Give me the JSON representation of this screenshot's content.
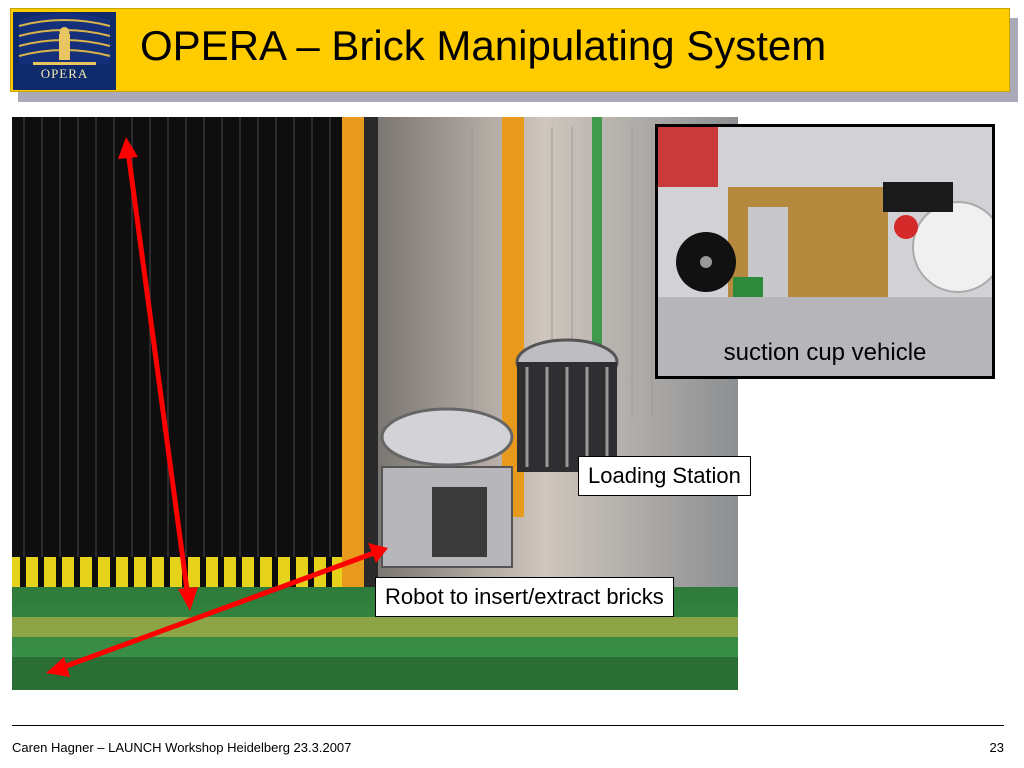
{
  "slide": {
    "title": "OPERA – Brick Manipulating System",
    "logo_text": "OPERA",
    "number": "23"
  },
  "labels": {
    "suction": "suction cup vehicle",
    "loading": "Loading Station",
    "robot": "Robot to insert/extract bricks"
  },
  "footer": {
    "author": "Caren Hagner – LAUNCH Workshop Heidelberg 23.3.2007"
  },
  "colors": {
    "banner": "#ffcc00",
    "arrow": "#ff0000"
  }
}
